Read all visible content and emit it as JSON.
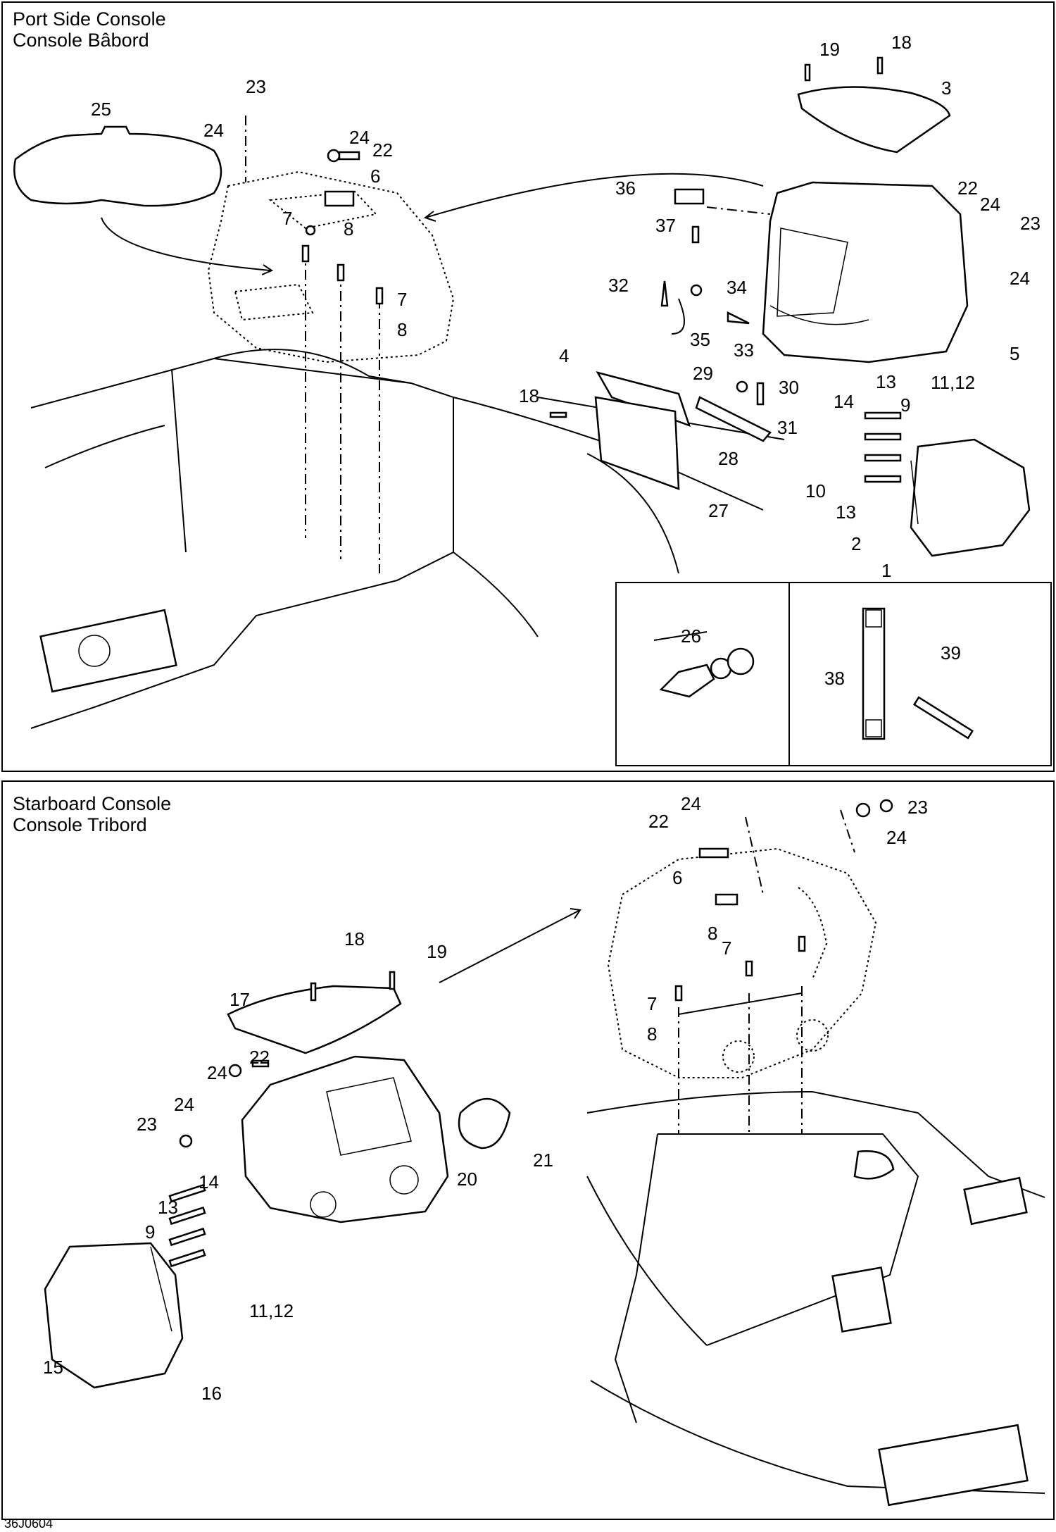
{
  "panels": {
    "top": {
      "title_line1": "Port Side Console",
      "title_line2": "Console Bâbord"
    },
    "bottom": {
      "title_line1": "Starboard Console",
      "title_line2": "Console Tribord"
    }
  },
  "callouts_top": [
    "25",
    "23",
    "24",
    "24",
    "22",
    "6",
    "7",
    "8",
    "7",
    "8",
    "19",
    "18",
    "3",
    "36",
    "22",
    "24",
    "37",
    "23",
    "24",
    "32",
    "34",
    "35",
    "33",
    "5",
    "4",
    "29",
    "30",
    "18",
    "31",
    "28",
    "27",
    "14",
    "13",
    "9",
    "11,12",
    "10",
    "13",
    "2",
    "1",
    "26",
    "38",
    "39"
  ],
  "callouts_bottom": [
    "24",
    "22",
    "23",
    "24",
    "6",
    "8",
    "7",
    "7",
    "8",
    "18",
    "19",
    "17",
    "22",
    "24",
    "24",
    "23",
    "21",
    "20",
    "14",
    "13",
    "9",
    "11,12",
    "15",
    "16"
  ],
  "drawing_code": "36J0604"
}
